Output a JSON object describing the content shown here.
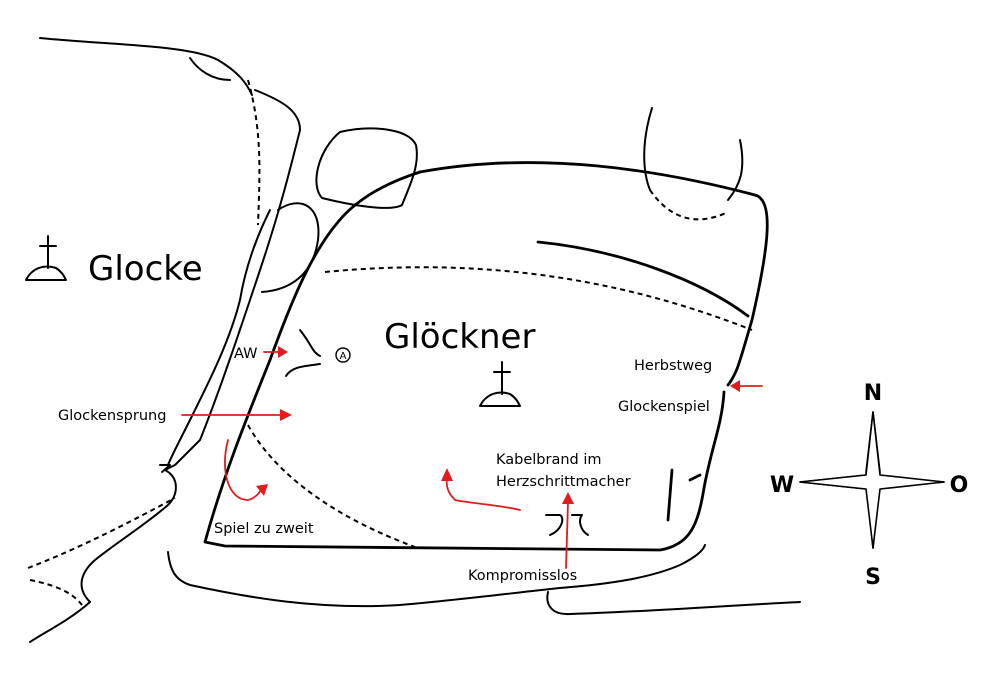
{
  "peaks": {
    "glocke": "Glocke",
    "gloeckner": "Glöckner"
  },
  "routes": {
    "aw": "AW",
    "glockensprung": "Glockensprung",
    "spiel_zu_zweit": "Spiel zu zweit",
    "herbstweg": "Herbstweg",
    "glockenspiel": "Glockenspiel",
    "kabelbrand_line1": "Kabelbrand im",
    "kabelbrand_line2": "Herzschrittmacher",
    "kompromisslos": "Kompromisslos"
  },
  "abseil_marker": "A",
  "compass": {
    "north": "N",
    "south": "S",
    "west": "W",
    "east": "O"
  },
  "colors": {
    "route_arrow": "#e21b1b",
    "outline": "#000000"
  },
  "icons": [
    "summit-cross-icon",
    "abseil-point-icon",
    "compass-rose-icon"
  ]
}
